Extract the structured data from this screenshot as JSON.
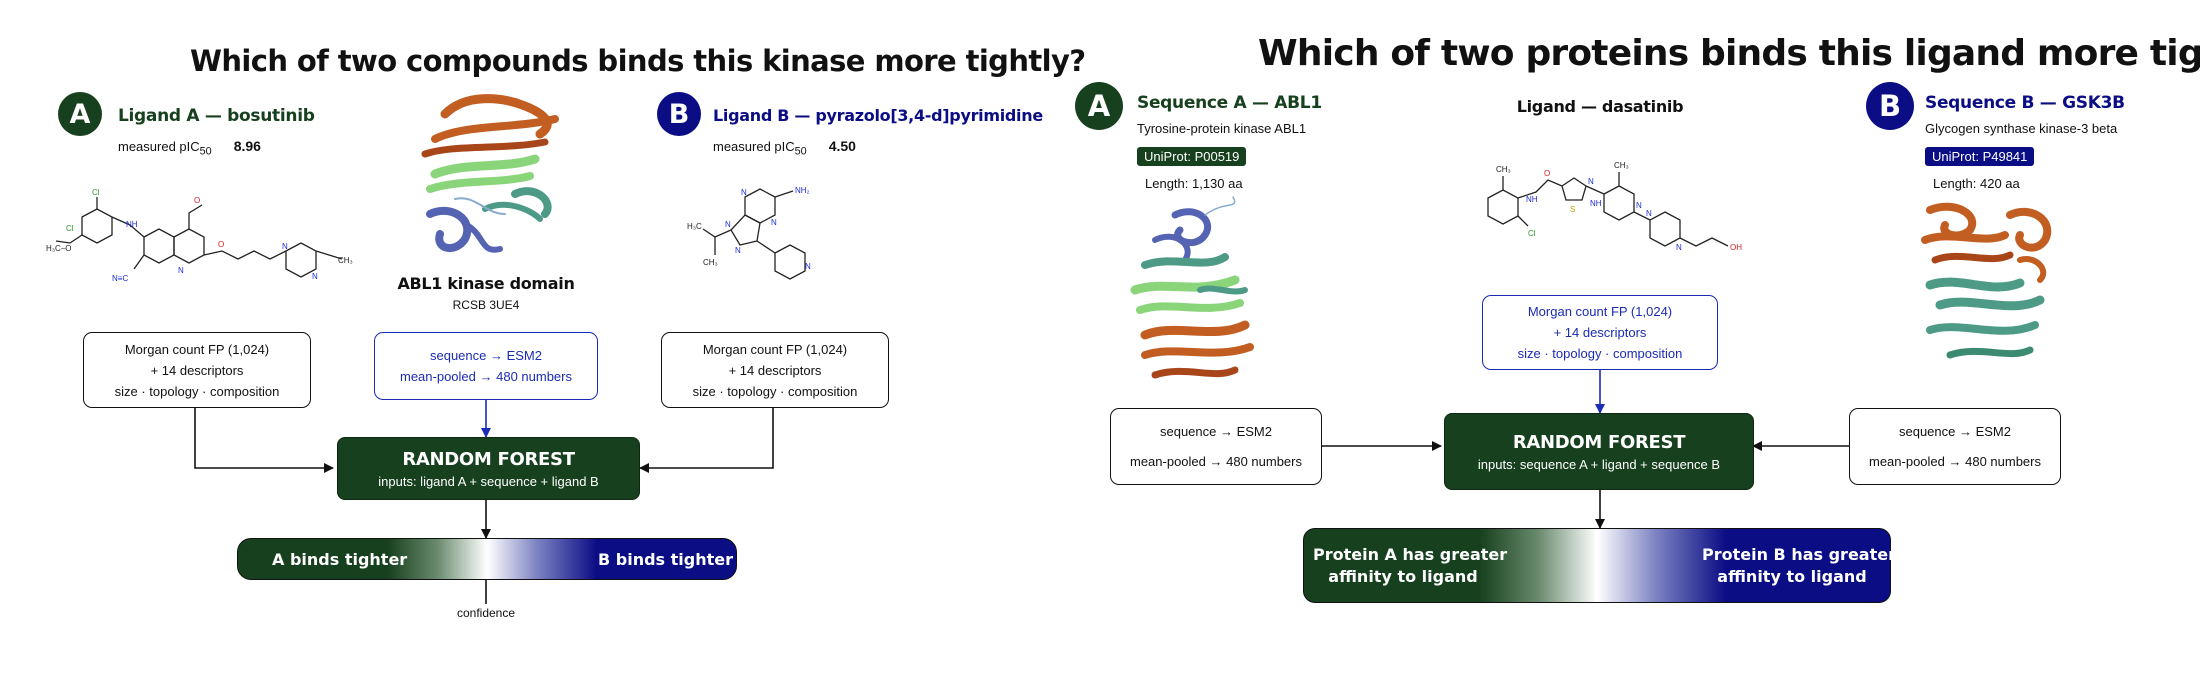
{
  "left_panel": {
    "title": "Which of two compounds binds this kinase more tightly?",
    "ligand_a": {
      "badge": "A",
      "name": "Ligand A — bosutinib",
      "measured_label": "measured pIC",
      "measured_sub": "50",
      "measured_value": "8.96",
      "features": [
        "Morgan count FP (1,024)",
        "+ 14 descriptors",
        "size · topology · composition"
      ]
    },
    "protein": {
      "name": "ABL1 kinase domain",
      "pdb": "RCSB 3UE4",
      "features": [
        "sequence → ESM2",
        "mean-pooled → 480 numbers"
      ]
    },
    "ligand_b": {
      "badge": "B",
      "name": "Ligand B — pyrazolo[3,4-d]pyrimidine",
      "measured_label": "measured pIC",
      "measured_sub": "50",
      "measured_value": "4.50",
      "features": [
        "Morgan count FP (1,024)",
        "+ 14 descriptors",
        "size · topology · composition"
      ]
    },
    "model": {
      "title": "RANDOM FOREST",
      "inputs": "inputs: ligand A + sequence + ligand B"
    },
    "output": {
      "left": "A binds tighter",
      "right": "B binds tighter",
      "pointer": "confidence"
    }
  },
  "right_panel": {
    "title": "Which of two proteins binds this ligand more tightly?",
    "seq_a": {
      "badge": "A",
      "name": "Sequence A — ABL1",
      "desc": "Tyrosine-protein kinase ABL1",
      "uniprot": "UniProt: P00519",
      "length": "Length: 1,130 aa",
      "features": [
        "sequence → ESM2",
        "mean-pooled → 480 numbers"
      ]
    },
    "ligand": {
      "name": "Ligand — dasatinib",
      "features": [
        "Morgan count FP (1,024)",
        "+ 14 descriptors",
        "size · topology · composition"
      ]
    },
    "seq_b": {
      "badge": "B",
      "name": "Sequence B — GSK3B",
      "desc": "Glycogen synthase kinase-3 beta",
      "uniprot": "UniProt: P49841",
      "length": "Length: 420 aa",
      "features": [
        "sequence → ESM2",
        "mean-pooled → 480 numbers"
      ]
    },
    "model": {
      "title": "RANDOM FOREST",
      "inputs": "inputs: sequence A + ligand + sequence B"
    },
    "output": {
      "left": [
        "Protein A has greater",
        "affinity to ligand"
      ],
      "right": [
        "Protein B has greater",
        "affinity to ligand"
      ]
    }
  },
  "colors": {
    "green": "#17401e",
    "blue": "#0b0d84",
    "orange": "#c25e22",
    "light_green": "#8ad57a",
    "teal": "#4d9a86",
    "slate": "#5563b3"
  }
}
